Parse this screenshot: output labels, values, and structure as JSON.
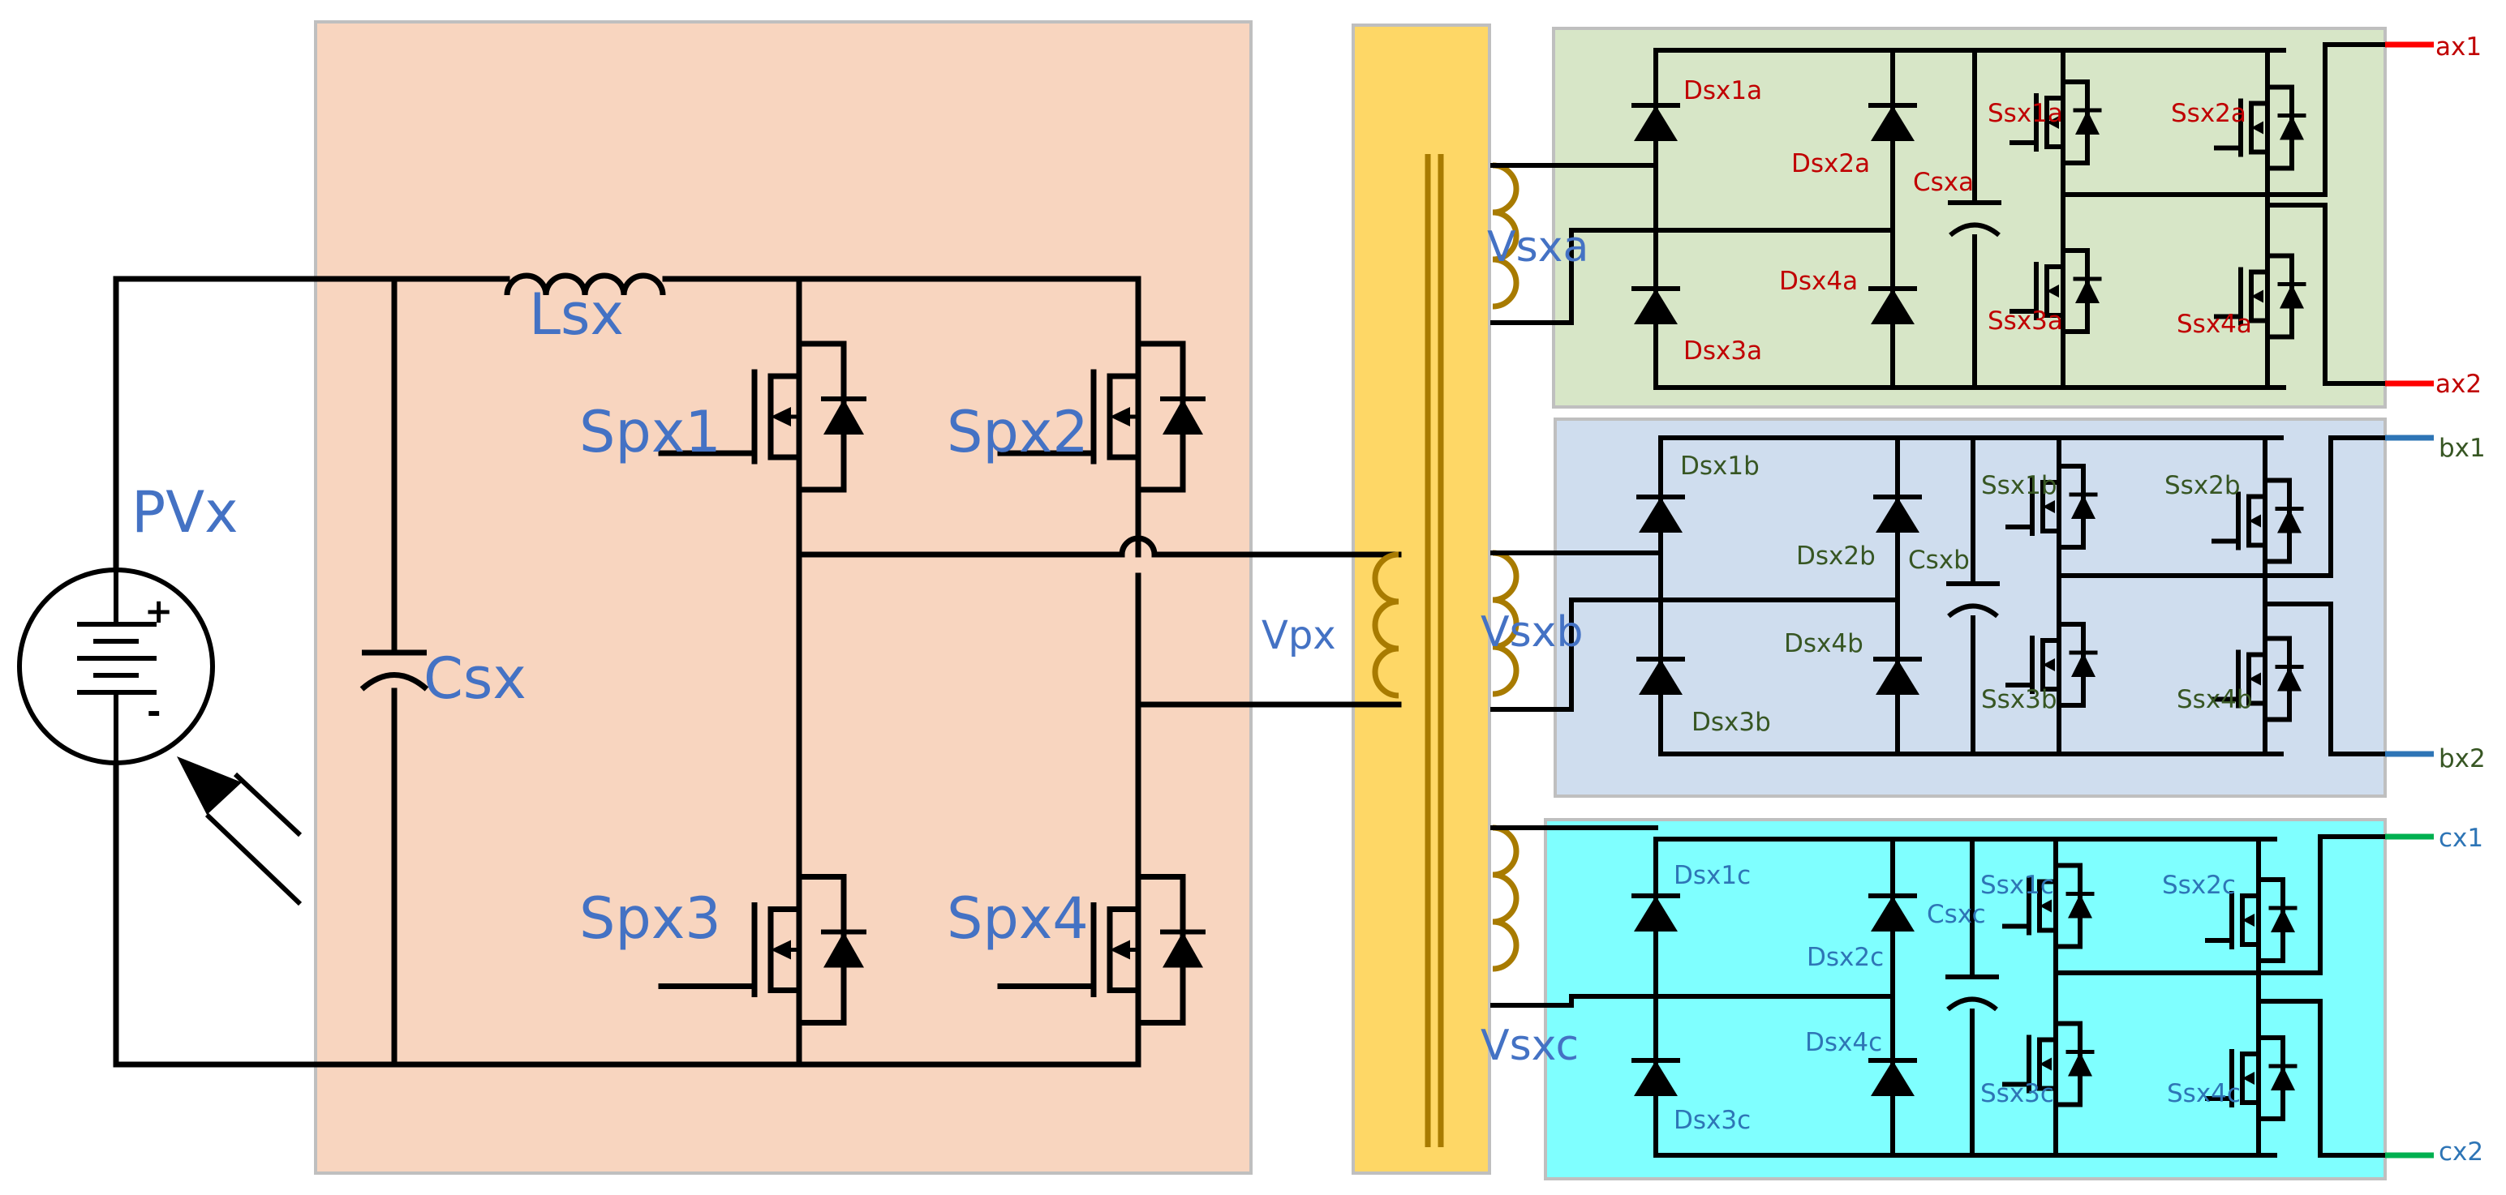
{
  "colors": {
    "primary_panel": "#F8D5BF",
    "transformer": "#FED766",
    "winding": "#A87B00",
    "panel_a": "#D7E6C7",
    "panel_b": "#CFDDEE",
    "panel_c": "#7FFFFF",
    "panel_border": "#BFBFBF",
    "wire": "#000000",
    "label_primary": "#4472C4",
    "label_a": "#C00000",
    "label_b": "#375623",
    "label_c": "#2E75B6",
    "term_a": "#FF0000",
    "term_b": "#2E75B6",
    "term_c": "#00B050"
  },
  "icons": {
    "pv_source": "pv-source-icon",
    "mosfet": "mosfet-icon",
    "diode": "diode-icon",
    "capacitor": "capacitor-icon",
    "inductor": "inductor-icon",
    "transformer": "transformer-icon"
  },
  "primary": {
    "pv_label": "PVx",
    "pv_plus": "+",
    "pv_minus": "-",
    "capacitor": "Csx",
    "inductor": "Lsx",
    "switches": [
      "Spx1",
      "Spx2",
      "Spx3",
      "Spx4"
    ],
    "transformer_primary": "Vpx"
  },
  "phase_a": {
    "winding": "Vsxa",
    "diodes": [
      "Dsx1a",
      "Dsx2a",
      "Dsx3a",
      "Dsx4a"
    ],
    "capacitor": "Csxa",
    "switches": [
      "Ssx1a",
      "Ssx2a",
      "Ssx3a",
      "Ssx4a"
    ],
    "terminals": [
      "ax1",
      "ax2"
    ]
  },
  "phase_b": {
    "winding": "Vsxb",
    "diodes": [
      "Dsx1b",
      "Dsx2b",
      "Dsx3b",
      "Dsx4b"
    ],
    "capacitor": "Csxb",
    "switches": [
      "Ssx1b",
      "Ssx2b",
      "Ssx3b",
      "Ssx4b"
    ],
    "terminals": [
      "bx1",
      "bx2"
    ]
  },
  "phase_c": {
    "winding": "Vsxc",
    "diodes": [
      "Dsx1c",
      "Dsx2c",
      "Dsx3c",
      "Dsx4c"
    ],
    "capacitor": "Csxc",
    "switches": [
      "Ssx1c",
      "Ssx2c",
      "Ssx3c",
      "Ssx4c"
    ],
    "terminals": [
      "cx1",
      "cx2"
    ]
  }
}
